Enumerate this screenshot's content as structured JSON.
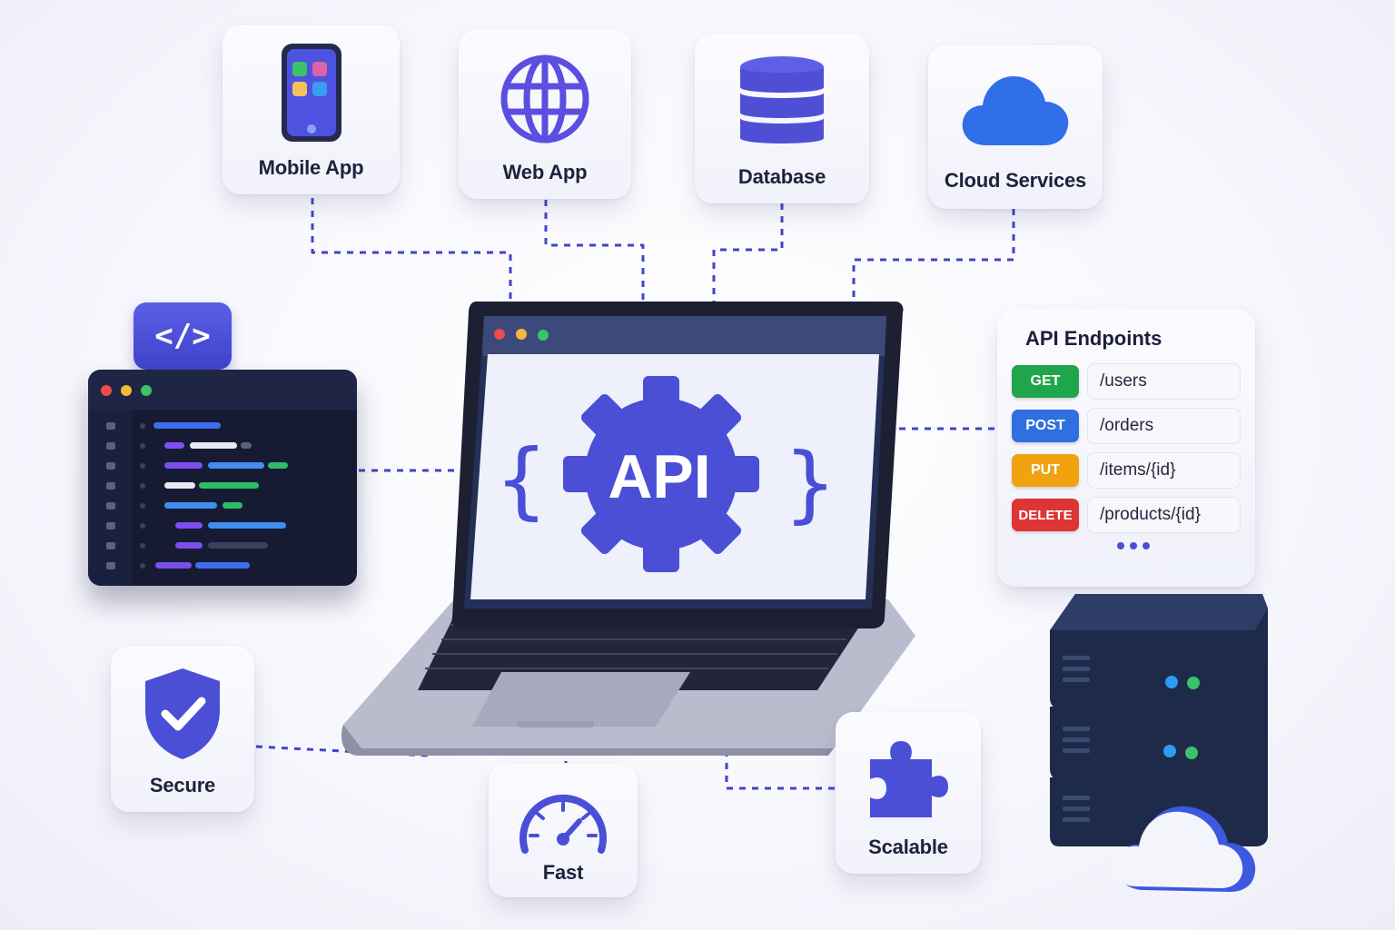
{
  "nodes": {
    "mobile_app": "Mobile App",
    "web_app": "Web App",
    "database": "Database",
    "cloud_services": "Cloud Services",
    "secure": "Secure",
    "fast": "Fast",
    "scalable": "Scalable"
  },
  "laptop_screen": {
    "badge": "API",
    "brace_left": "{",
    "brace_right": "}"
  },
  "code_badge": "</>",
  "endpoints_panel": {
    "title": "API Endpoints",
    "rows": [
      {
        "method": "GET",
        "path": "/users",
        "color": "#1fa54a"
      },
      {
        "method": "POST",
        "path": "/orders",
        "color": "#2f6fe0"
      },
      {
        "method": "PUT",
        "path": "/items/{id}",
        "color": "#f0a20f"
      },
      {
        "method": "DELETE",
        "path": "/products/{id}",
        "color": "#de3434"
      }
    ]
  },
  "colors": {
    "accent": "#4a4fd6",
    "connector": "#4045c8",
    "server": "#1e2a4a"
  }
}
